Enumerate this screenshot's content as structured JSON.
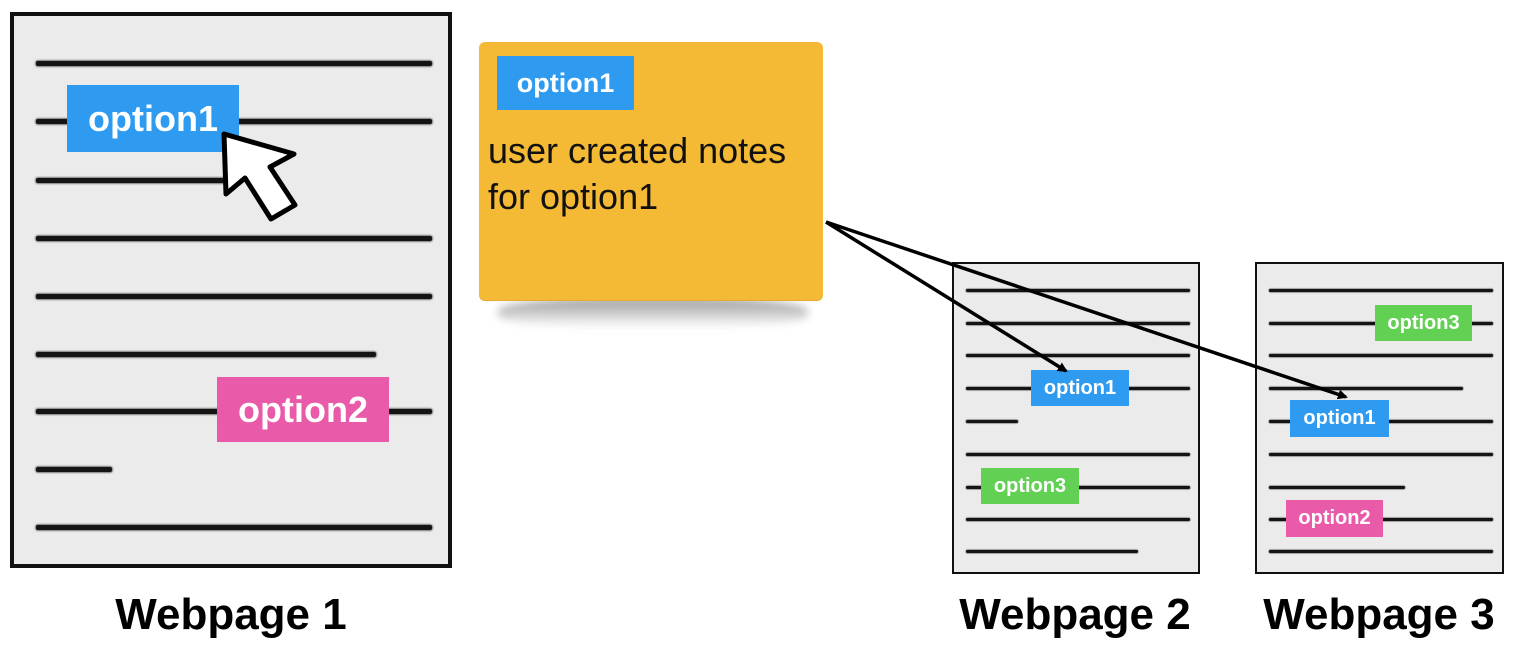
{
  "webpage1": {
    "caption": "Webpage 1",
    "tags": {
      "option1": "option1",
      "option2": "option2"
    }
  },
  "note": {
    "tag": "option1",
    "text": "user created notes for option1"
  },
  "webpage2": {
    "caption": "Webpage 2",
    "tags": {
      "option1": "option1",
      "option3": "option3"
    }
  },
  "webpage3": {
    "caption": "Webpage 3",
    "tags": {
      "option3": "option3",
      "option1": "option1",
      "option2": "option2"
    }
  },
  "colors": {
    "option1": "#2e9bf0",
    "option2": "#e95aa8",
    "option3": "#62d153",
    "note": "#f4b935"
  },
  "icons": [
    "mouse-cursor-icon",
    "arrow-icon"
  ]
}
